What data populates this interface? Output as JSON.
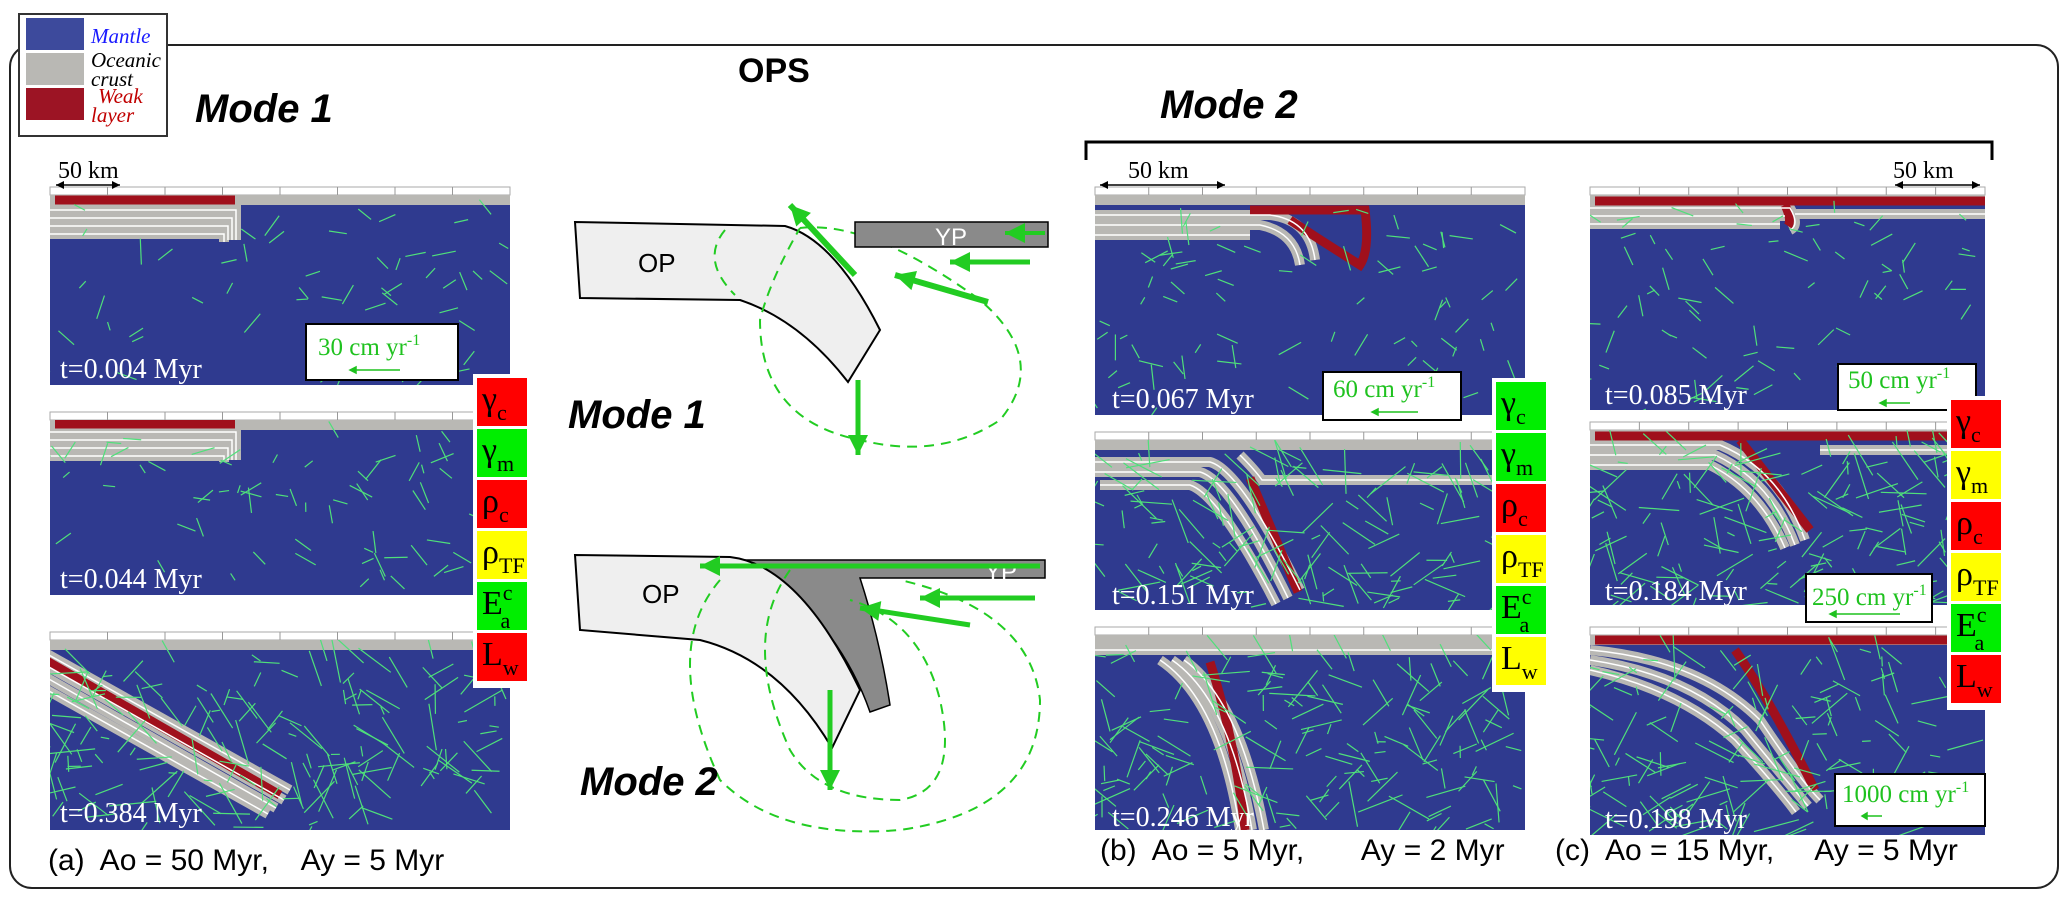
{
  "title": "OPS",
  "legend": [
    {
      "label_line1": "Mantle",
      "label_line2": "",
      "color": "#3d4a9c",
      "text_color": "#1a1aff"
    },
    {
      "label_line1": "Oceanic",
      "label_line2": "crust",
      "color": "#b9b8b4",
      "text_color": "#000000"
    },
    {
      "label_line1": "Weak",
      "label_line2": "layer",
      "color": "#9c1424",
      "text_color": "#c00000"
    }
  ],
  "modes": {
    "mode1": "Mode 1",
    "mode2": "Mode 2"
  },
  "scale_bar": "50 km",
  "schematic": {
    "op_label": "OP",
    "yp_label": "YP"
  },
  "panel_a": {
    "times": [
      "t=0.004 Myr",
      "t=0.044 Myr",
      "t=0.384 Myr"
    ],
    "velocity": "30 cm yr",
    "caption": "(a)  Ao = 50 Myr,    Ay = 5 Myr"
  },
  "panel_b": {
    "times": [
      "t=0.067 Myr",
      "t=0.151 Myr",
      "t=0.246 Myr"
    ],
    "velocity": "60 cm yr",
    "caption": "(b)  Ao = 5 Myr,       Ay = 2 Myr"
  },
  "panel_c": {
    "times": [
      "t=0.085 Myr",
      "t=0.184 Myr",
      "t=0.198 Myr"
    ],
    "velocities": [
      "50 cm yr",
      "250 cm yr",
      "1000 cm yr"
    ],
    "caption": "(c)  Ao = 15 Myr,     Ay = 5 Myr"
  },
  "velocity_exponent": "-1",
  "parameters": {
    "symbols": [
      {
        "main": "γ",
        "sub": "c",
        "sup": ""
      },
      {
        "main": "γ",
        "sub": "m",
        "sup": ""
      },
      {
        "main": "ρ",
        "sub": "c",
        "sup": ""
      },
      {
        "main": "ρ",
        "sub": "TF",
        "sup": ""
      },
      {
        "main": "E",
        "sub": "a",
        "sup": "c"
      },
      {
        "main": "L",
        "sub": "w",
        "sup": ""
      }
    ],
    "colors_a": [
      "#ff0000",
      "#00ee00",
      "#ff0000",
      "#ffff00",
      "#00ee00",
      "#ff0000"
    ],
    "colors_b": [
      "#00ee00",
      "#00ee00",
      "#ff0000",
      "#ffff00",
      "#00ee00",
      "#ffff00"
    ],
    "colors_c": [
      "#ff0000",
      "#ffff00",
      "#ff0000",
      "#ffff00",
      "#00ee00",
      "#ff0000"
    ]
  },
  "colors": {
    "mantle": "#2f3a8f",
    "arrow": "#22cc22",
    "weak": "#a0101c",
    "crust": "#b9b8b4"
  }
}
